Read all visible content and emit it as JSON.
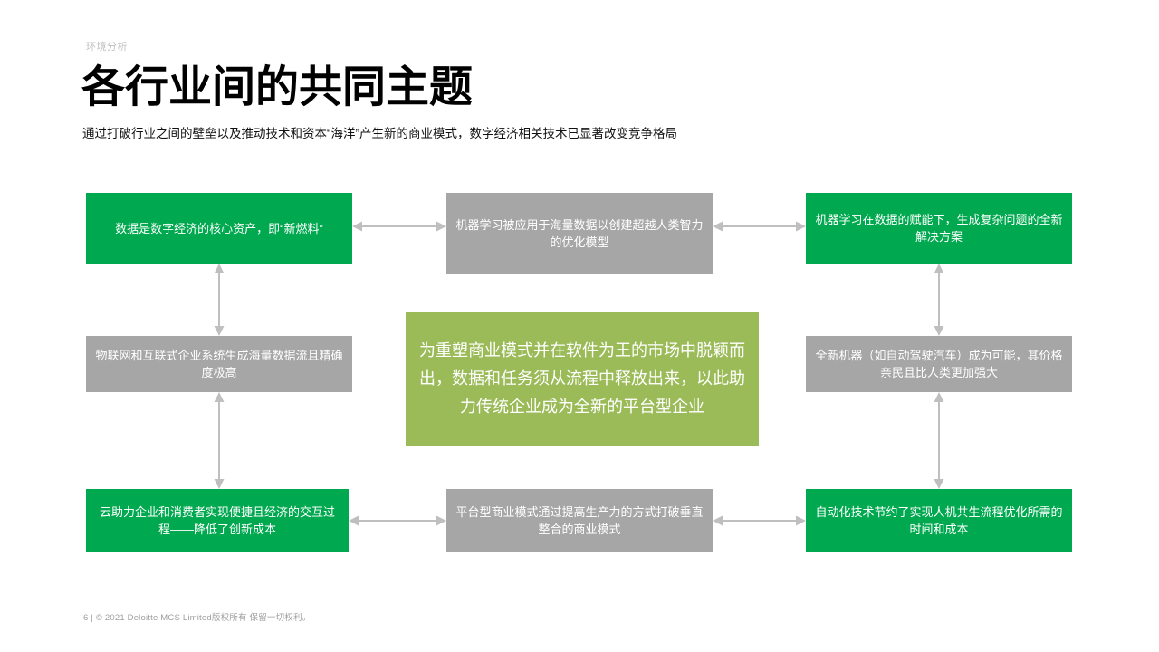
{
  "header": {
    "eyebrow": "环境分析",
    "title": "各行业间的共同主题",
    "subtitle": "通过打破行业之间的壁垒以及推动技术和资本“海洋”产生新的商业模式，数字经济相关技术已显著改变竞争格局"
  },
  "colors": {
    "green": "#00a94f",
    "gray": "#a6a6a6",
    "olive": "#9bbb59",
    "connector": "#bfbfbf",
    "eyebrow_text": "#bfbfbf",
    "footer_text": "#9e9e9e",
    "background": "#ffffff"
  },
  "diagram": {
    "nodes": [
      {
        "id": "r1c1",
        "color": "green",
        "text": "数据是数字经济的核心资产，即“新燃料”"
      },
      {
        "id": "r1c2",
        "color": "gray",
        "text": "机器学习被应用于海量数据以创建超越人类智力的优化模型"
      },
      {
        "id": "r1c3",
        "color": "green",
        "text": "机器学习在数据的赋能下，生成复杂问题的全新解决方案"
      },
      {
        "id": "r2c1",
        "color": "gray",
        "text": "物联网和互联式企业系统生成海量数据流且精确度极高"
      },
      {
        "id": "center",
        "color": "olive",
        "text": "为重塑商业模式并在软件为王的市场中脱颖而出，数据和任务须从流程中释放出来，以此助力传统企业成为全新的平台型企业"
      },
      {
        "id": "r2c3",
        "color": "gray",
        "text": "全新机器（如自动驾驶汽车）成为可能，其价格亲民且比人类更加强大"
      },
      {
        "id": "r3c1",
        "color": "green",
        "text": "云助力企业和消费者实现便捷且经济的交互过程——降低了创新成本"
      },
      {
        "id": "r3c2",
        "color": "gray",
        "text": "平台型商业模式通过提高生产力的方式打破垂直整合的商业模式"
      },
      {
        "id": "r3c3",
        "color": "green",
        "text": "自动化技术节约了实现人机共生流程优化所需的时间和成本"
      }
    ],
    "connectors": [
      {
        "id": "h-r1-left",
        "orientation": "horizontal",
        "arrowheads": "both"
      },
      {
        "id": "h-r1-right",
        "orientation": "horizontal",
        "arrowheads": "both"
      },
      {
        "id": "h-r3-left",
        "orientation": "horizontal",
        "arrowheads": "both"
      },
      {
        "id": "h-r3-right",
        "orientation": "horizontal",
        "arrowheads": "both"
      },
      {
        "id": "v-c1-top",
        "orientation": "vertical",
        "arrowheads": "both"
      },
      {
        "id": "v-c1-bot",
        "orientation": "vertical",
        "arrowheads": "both"
      },
      {
        "id": "v-c3-top",
        "orientation": "vertical",
        "arrowheads": "both"
      },
      {
        "id": "v-c3-bot",
        "orientation": "vertical",
        "arrowheads": "both"
      }
    ]
  },
  "footer": {
    "text": "6 |  © 2021 Deloitte MCS Limited版权所有 保留一切权利。"
  }
}
